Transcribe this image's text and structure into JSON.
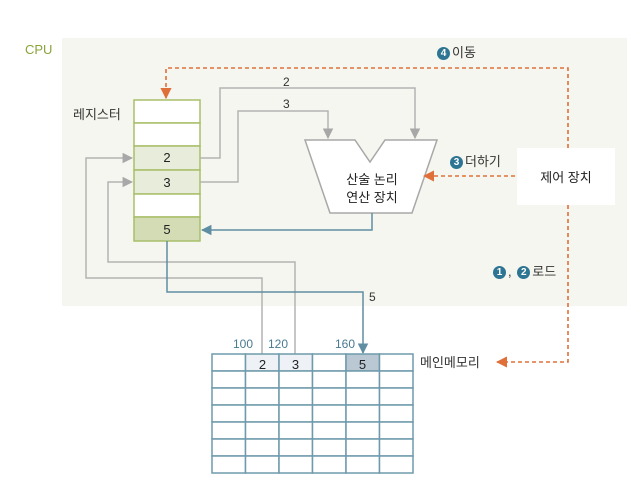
{
  "cpu": {
    "label": "CPU"
  },
  "registers": {
    "label": "레지스터",
    "cells": [
      "",
      "",
      "2",
      "3",
      "",
      "5"
    ]
  },
  "alu": {
    "line1": "산술 논리",
    "line2": "연산 장치"
  },
  "control_unit": {
    "label": "제어 장치"
  },
  "steps": {
    "move": {
      "num": "4",
      "label": "이동"
    },
    "add": {
      "num": "3",
      "label": "더하기"
    },
    "load": {
      "num1": "1",
      "sep": ",",
      "num2": "2",
      "label": "로드"
    }
  },
  "flow_labels": {
    "value_top_2": "2",
    "value_top_3": "3",
    "value_store_5": "5"
  },
  "memory": {
    "label": "메인메모리",
    "addresses": [
      "100",
      "120",
      "160"
    ],
    "top_row_values": [
      "",
      "2",
      "3",
      "",
      "5",
      ""
    ]
  },
  "colors": {
    "cpu_bg": "#f5f6ef",
    "register_border": "#a8bf6a",
    "register_highlight": "#e8eddb",
    "register_result": "#d4dcb5",
    "memory_border": "#6f9aab",
    "memory_highlight": "#b9c8d2",
    "memory_light": "#eef2f7",
    "gray_arrow": "#b3b3b3",
    "blue_arrow": "#6f9aab",
    "orange_dashed": "#e0703a",
    "step_circle": "#2e7593"
  }
}
